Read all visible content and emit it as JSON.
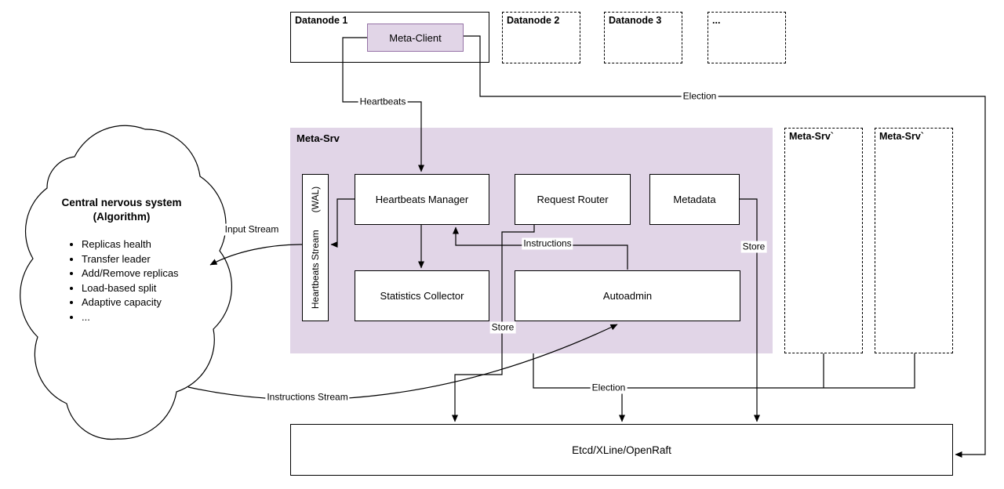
{
  "diagram": {
    "datanodes": [
      {
        "label": "Datanode 1"
      },
      {
        "label": "Datanode 2"
      },
      {
        "label": "Datanode 3"
      },
      {
        "label": "..."
      }
    ],
    "meta_client_label": "Meta-Client",
    "meta_srv": {
      "title": "Meta-Srv",
      "wal_main": "Heartbeats Stream",
      "wal_sub": "(WAL)",
      "heartbeats_manager": "Heartbeats Manager",
      "request_router": "Request Router",
      "metadata": "Metadata",
      "statistics_collector": "Statistics Collector",
      "autoadmin": "Autoadmin"
    },
    "meta_srv_standbys": [
      {
        "label": "Meta-Srv`"
      },
      {
        "label": "Meta-Srv`"
      }
    ],
    "cloud": {
      "title_line1": "Central nervous system",
      "title_line2": "(Algorithm)",
      "items": [
        "Replicas health",
        "Transfer leader",
        "Add/Remove replicas",
        "Load-based split",
        "Adaptive capacity",
        "..."
      ]
    },
    "storage_label": "Etcd/XLine/OpenRaft",
    "edges": {
      "heartbeats": "Heartbeats",
      "election_top": "Election",
      "input_stream": "Input Stream",
      "instructions": "Instructions",
      "store_metadata": "Store",
      "store_router": "Store",
      "instructions_stream": "Instructions Stream",
      "election_bottom": "Election"
    },
    "colors": {
      "purple_fill": "#e1d5e7",
      "purple_border": "#9673a6"
    }
  }
}
